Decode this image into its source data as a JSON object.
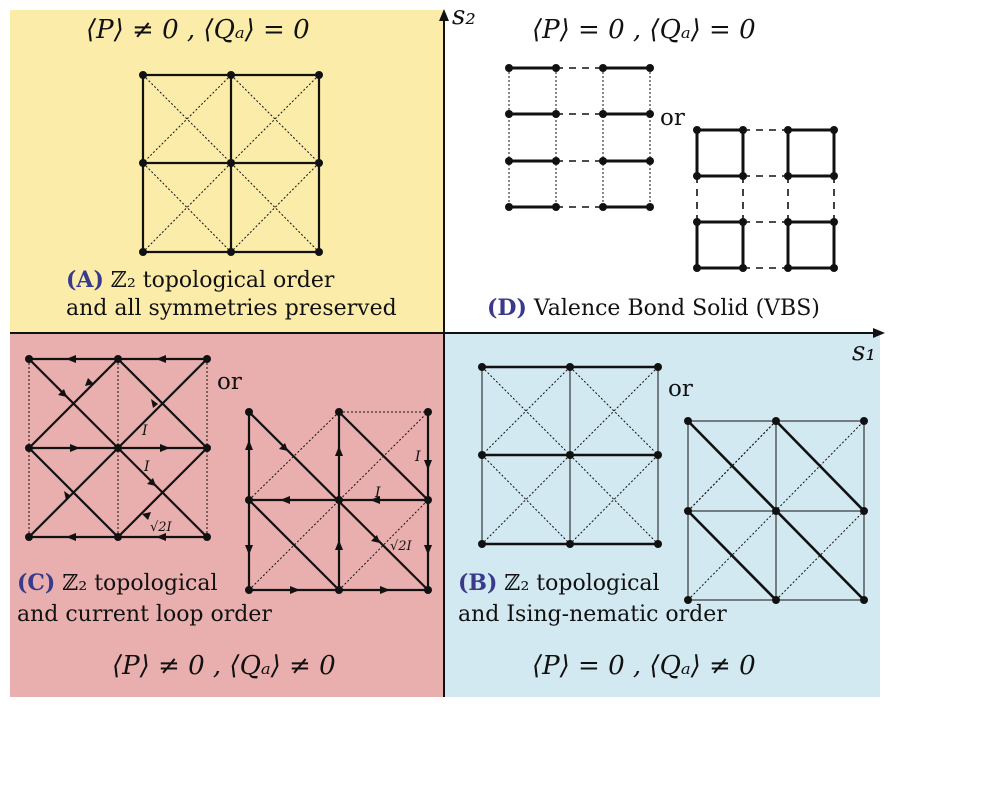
{
  "quadrants": {
    "A": {
      "condition": "⟨P⟩ ≠ 0  ,  ⟨Qₐ⟩ = 0",
      "label": "(A)",
      "caption_line1": " ℤ₂ topological order",
      "caption_line2": "and all symmetries preserved"
    },
    "D": {
      "condition": "⟨P⟩ = 0  ,  ⟨Qₐ⟩ = 0",
      "label": "(D)",
      "caption_line1": " Valence Bond Solid (VBS)",
      "or": "or"
    },
    "C": {
      "condition": "⟨P⟩ ≠ 0  ,  ⟨Qₐ⟩ ≠ 0",
      "label": "(C)",
      "caption_line1": " ℤ₂ topological",
      "caption_line2": "and current loop order",
      "or": "or",
      "current_I": "I",
      "current_sqrt2I": "√2I"
    },
    "B": {
      "condition": "⟨P⟩ = 0  ,  ⟨Qₐ⟩ ≠ 0",
      "label": "(B)",
      "caption_line1": " ℤ₂ topological",
      "caption_line2": "and Ising-nematic order",
      "or": "or"
    }
  },
  "axes": {
    "x_label": "s₁",
    "y_label": "s₂"
  },
  "colors": {
    "quadrant_A": "#fcecaa",
    "quadrant_C": "#e9aeae",
    "quadrant_B": "#d3e9f1",
    "label_color": "#3a3a8c"
  }
}
